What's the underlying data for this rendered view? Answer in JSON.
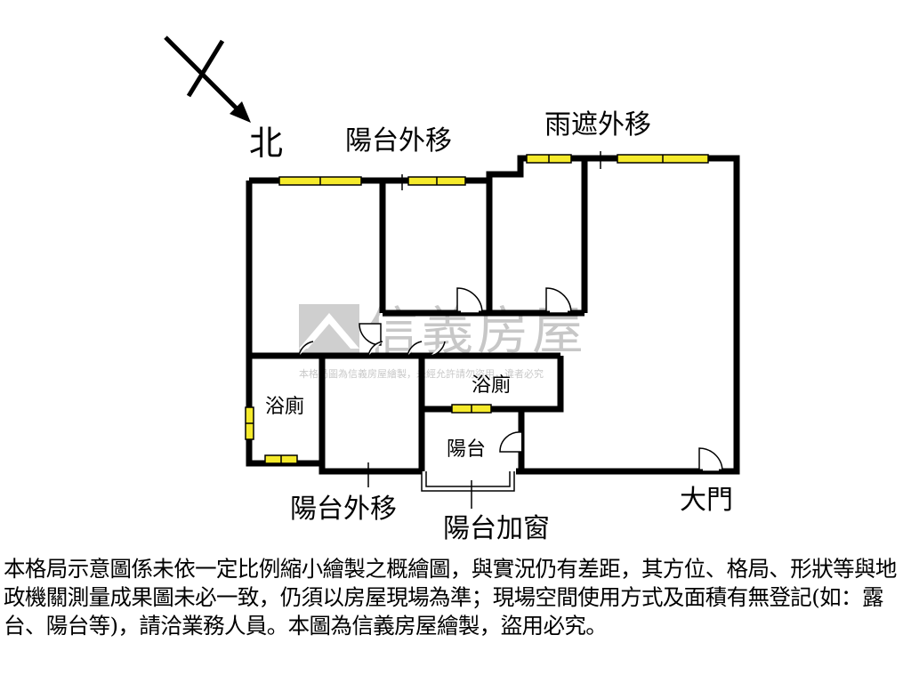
{
  "compass": {
    "north_label": "北"
  },
  "rooms": {
    "bath_left": "浴廁",
    "bath_center": "浴廁",
    "balcony": "陽台"
  },
  "annotations": {
    "balcony_moved_top": "陽台外移",
    "canopy_moved": "雨遮外移",
    "balcony_moved_bottom": "陽台外移",
    "balcony_window": "陽台加窗",
    "main_door": "大門"
  },
  "watermark": {
    "brand": "信義房屋",
    "notice": "本格局圖為信義房屋繪製，未經允許請勿盜用，違者必究"
  },
  "disclaimer": "本格局示意圖係未依一定比例縮小繪製之概繪圖，與實況仍有差距，其方位、格局、形狀等與地政機關測量成果圖未必一致，仍須以房屋現場為準；現場空間使用方式及面積有無登記(如：露台、陽台等)，請洽業務人員。本圖為信義房屋繪製，盜用必究。",
  "colors": {
    "wall": "#000000",
    "window_fill": "#f5ea2b",
    "watermark": "#c7c7c7"
  }
}
